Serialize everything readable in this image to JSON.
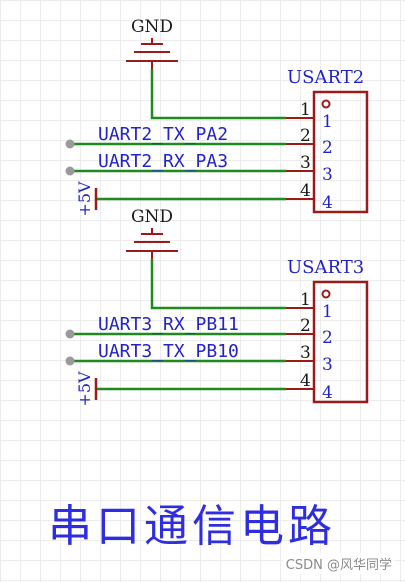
{
  "colors": {
    "wire": "#1f8a1f",
    "component": "#9b1b1b",
    "net_label": "#2323c8",
    "power_text": "#1a1a1a",
    "pin_dot": "#9a9a9a"
  },
  "connectors": [
    {
      "ref": "USART2",
      "gnd_label": "GND",
      "power_label": "+5V",
      "pin_numbers": [
        "1",
        "2",
        "3",
        "4"
      ],
      "nets": [
        "UART2_TX_PA2",
        "UART2_RX_PA3"
      ]
    },
    {
      "ref": "USART3",
      "gnd_label": "GND",
      "power_label": "+5V",
      "pin_numbers": [
        "1",
        "2",
        "3",
        "4"
      ],
      "nets": [
        "UART3_RX_PB11",
        "UART3_TX_PB10"
      ]
    }
  ],
  "title": "串口通信电路",
  "watermark": "CSDN @风华同学"
}
